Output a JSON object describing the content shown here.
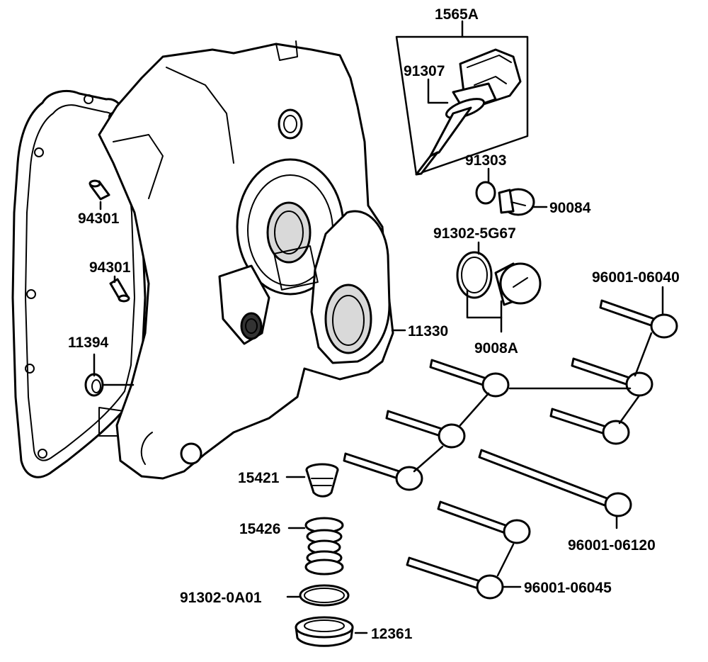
{
  "labels": {
    "p1565A": "1565A",
    "p91307": "91307",
    "p91303": "91303",
    "p90084": "90084",
    "p91302_5G67": "91302-5G67",
    "p9008A": "9008A",
    "p96001_06040": "96001-06040",
    "p94301_a": "94301",
    "p94301_b": "94301",
    "p11394": "11394",
    "p11330": "11330",
    "p15421": "15421",
    "p15426": "15426",
    "p91302_0A01": "91302-0A01",
    "p12361": "12361",
    "p96001_06120": "96001-06120",
    "p96001_06045": "96001-06045"
  },
  "colors": {
    "line": "#000000",
    "fill": "#ffffff",
    "shade": "#d9d9d9"
  }
}
